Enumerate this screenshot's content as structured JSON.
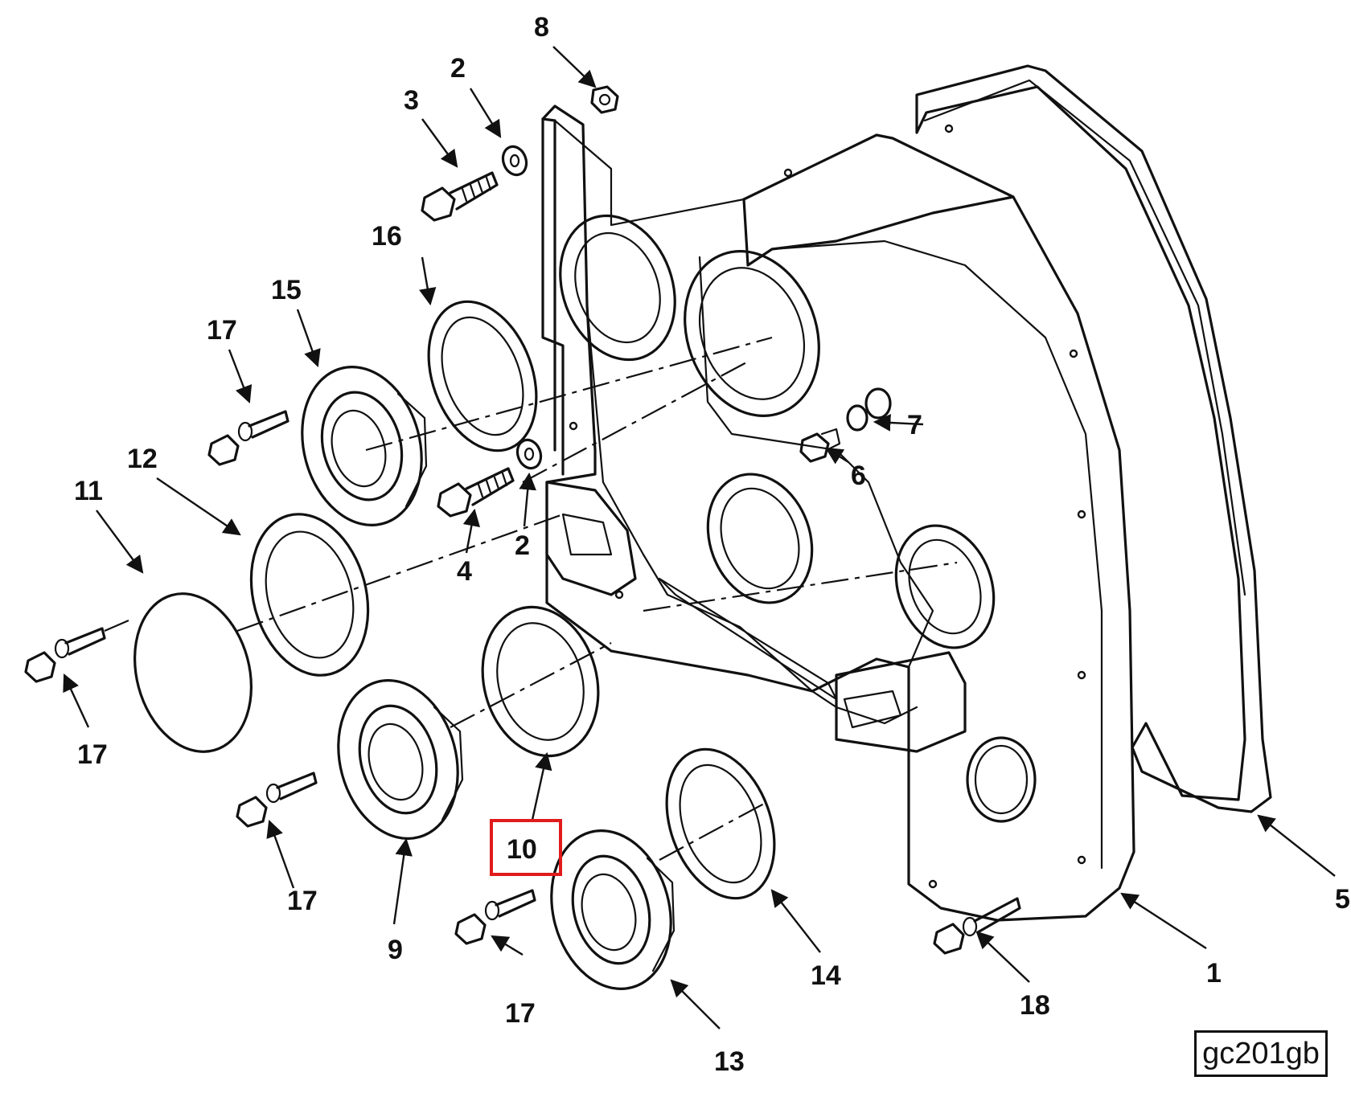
{
  "callouts": {
    "c1": "1",
    "c2a": "2",
    "c2b": "2",
    "c3": "3",
    "c4": "4",
    "c5": "5",
    "c6": "6",
    "c7": "7",
    "c8": "8",
    "c9": "9",
    "c10": "10",
    "c11": "11",
    "c12": "12",
    "c13": "13",
    "c14": "14",
    "c15": "15",
    "c16": "16",
    "c17a": "17",
    "c17b": "17",
    "c17c": "17",
    "c17d": "17",
    "c18": "18"
  },
  "reference_code": "gc201gb",
  "highlight": {
    "target_callout": "10",
    "color": "#e01b1b"
  }
}
